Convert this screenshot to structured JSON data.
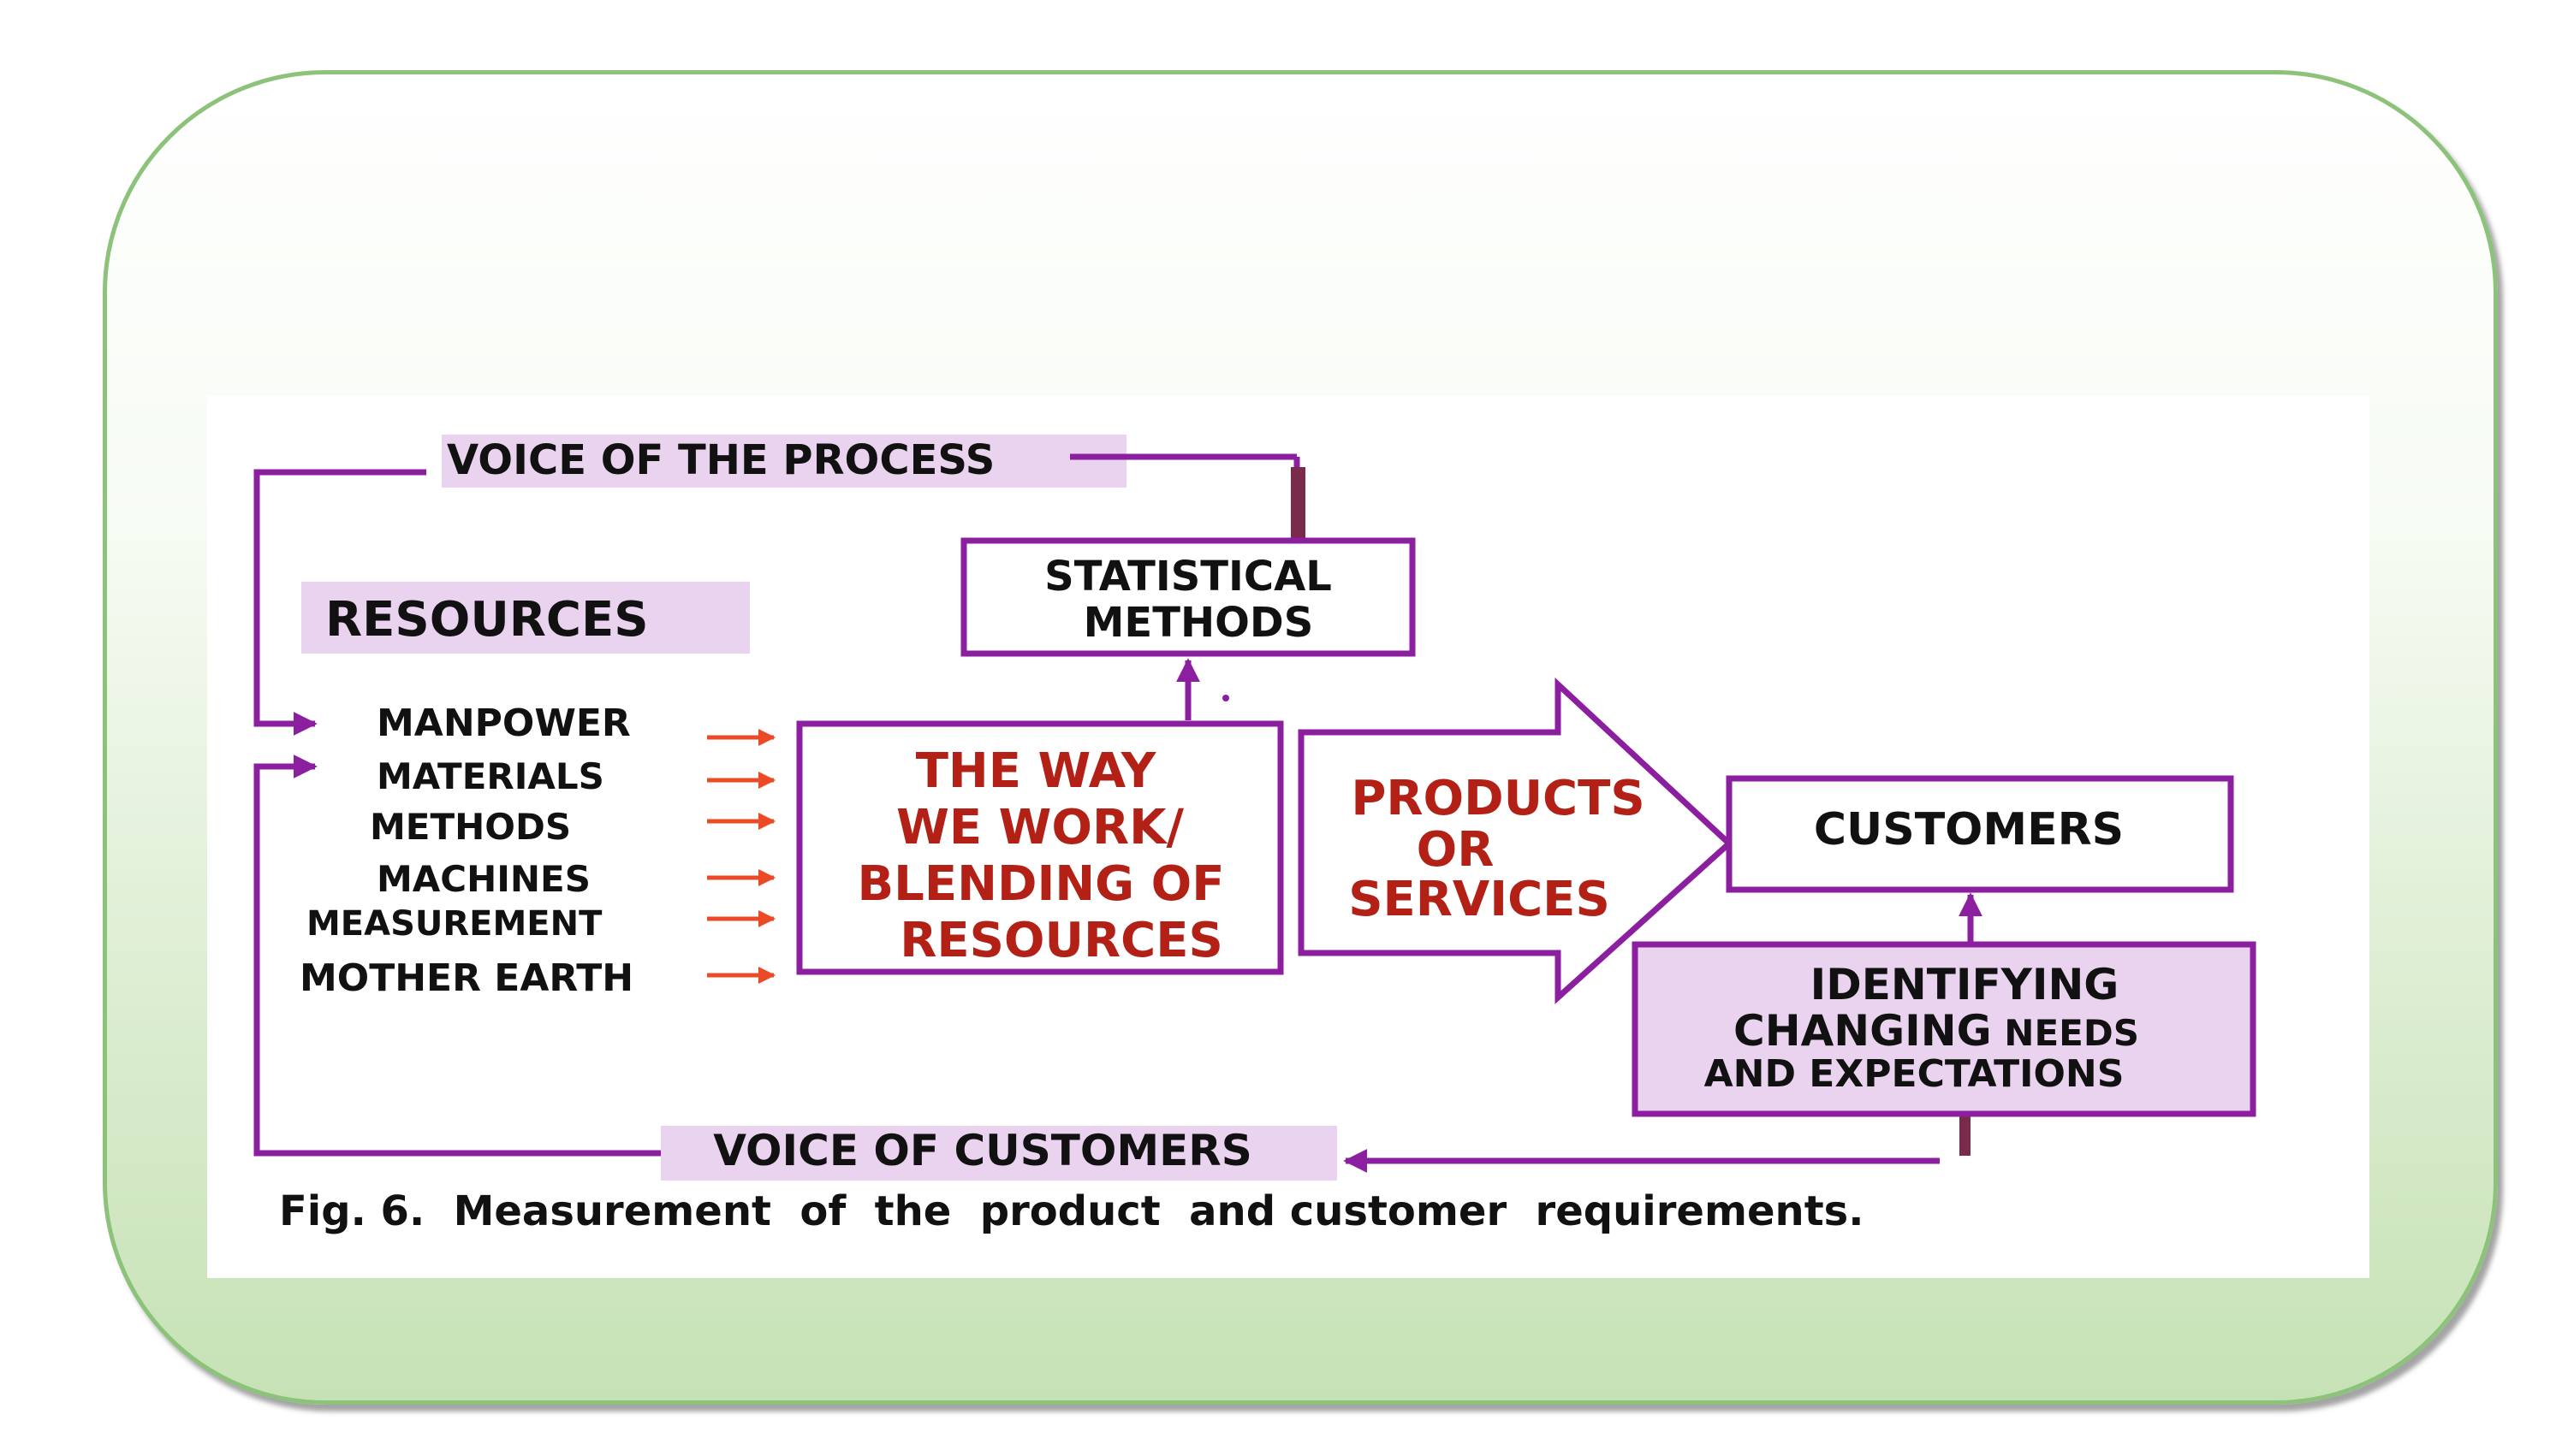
{
  "diagram": {
    "voice_of_process": "VOICE OF THE PROCESS",
    "resources_heading": "RESOURCES",
    "resources": [
      "MANPOWER",
      "MATERIALS",
      "METHODS",
      "MACHINES",
      "MEASUREMENT",
      "MOTHER EARTH"
    ],
    "statistical_methods": [
      "STATISTICAL",
      "METHODS"
    ],
    "way_we_work": [
      "THE WAY",
      "WE WORK/",
      "BLENDING OF",
      "RESOURCES"
    ],
    "products": [
      "PRODUCTS",
      "OR",
      "SERVICES"
    ],
    "customers": "CUSTOMERS",
    "identifying_line1": "IDENTIFYING",
    "identifying_line2_big": "CHANGING",
    "identifying_line2_small": " NEEDS",
    "identifying_line3": "AND EXPECTATIONS",
    "voice_of_customers": "VOICE OF CUSTOMERS",
    "caption": "Fig. 6.  Measurement  of  the  product  and customer  requirements.",
    "colors": {
      "purple": "#8b1fa0",
      "dark_purple": "#7a2a4a",
      "red_text": "#b22016",
      "orange_arrow": "#ec4a26",
      "label_bg": "#ead3ef",
      "frame_green": "#8dc27a"
    }
  }
}
